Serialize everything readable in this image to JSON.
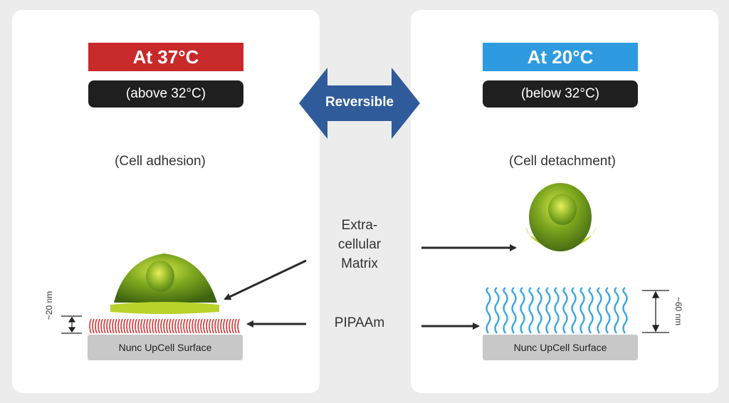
{
  "left": {
    "header": "At 37°C",
    "subheader": "(above 32°C)",
    "caption": "(Cell adhesion)",
    "surface_label": "Nunc UpCell Surface",
    "thickness_label": "~20 nm",
    "header_color": "#c8292b"
  },
  "right": {
    "header": "At 20°C",
    "subheader": "(below 32°C)",
    "caption": "(Cell detachment)",
    "surface_label": "Nunc UpCell Surface",
    "thickness_label": "~60 nm",
    "header_color": "#2e9be0"
  },
  "center": {
    "arrow_label": "Reversible",
    "arrow_color": "#2f5b9b",
    "label_ecm_lines": [
      "Extra-",
      "cellular",
      "Matrix"
    ],
    "label_pipaam": "PIPAAm"
  }
}
